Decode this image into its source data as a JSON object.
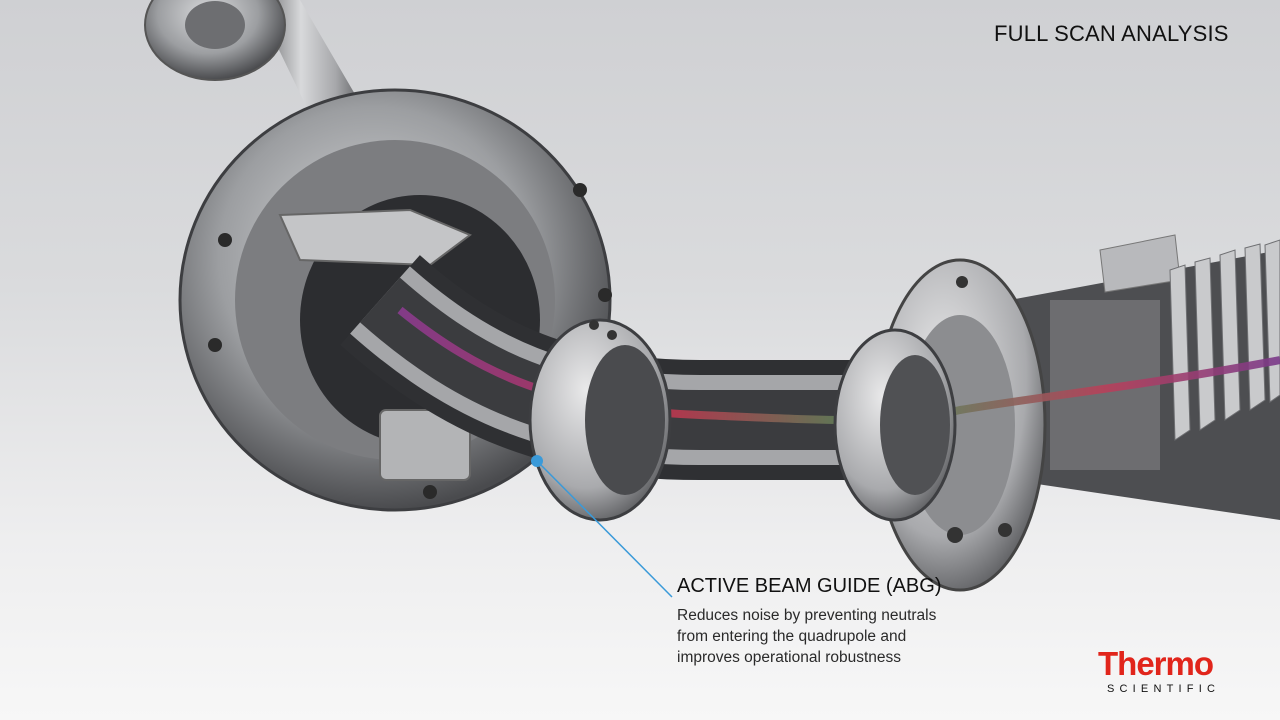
{
  "caption": {
    "title": "FULL SCAN ANALYSIS"
  },
  "callout": {
    "heading": "ACTIVE BEAM GUIDE (ABG)",
    "body_lines": [
      "Reduces noise by preventing neutrals",
      "from entering the quadrupole and",
      "improves operational robustness"
    ]
  },
  "logo": {
    "primary": "Thermo",
    "secondary": "SCIENTIFIC"
  },
  "colors": {
    "brand_red": "#e1251b",
    "callout_line": "#3a9ad9",
    "metal": "#9a9ca0"
  }
}
